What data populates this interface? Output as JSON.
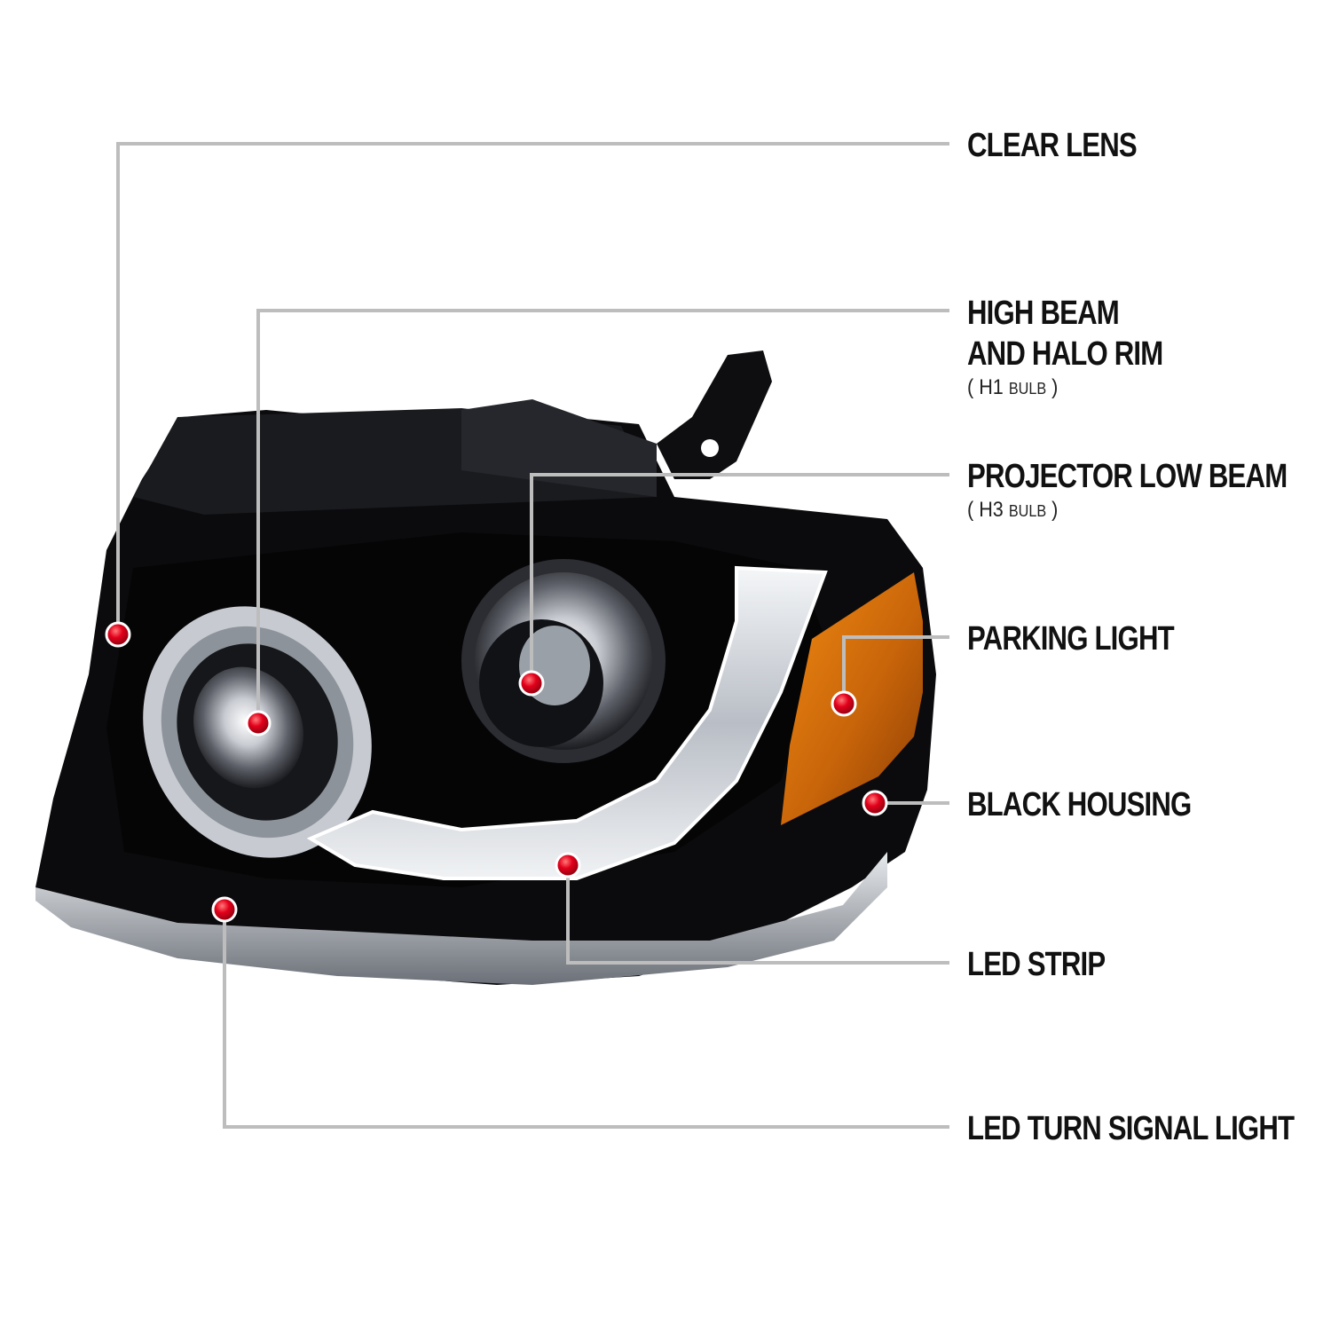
{
  "callouts": [
    {
      "id": "clear-lens",
      "lines": [
        "CLEAR LENS"
      ]
    },
    {
      "id": "high-beam",
      "lines": [
        "HIGH BEAM",
        "AND HALO RIM"
      ],
      "bulb": {
        "code": "H1",
        "word": "BULB"
      }
    },
    {
      "id": "projector-low-beam",
      "lines": [
        "PROJECTOR LOW BEAM"
      ],
      "bulb": {
        "code": "H3",
        "word": "BULB"
      }
    },
    {
      "id": "parking-light",
      "lines": [
        "PARKING LIGHT"
      ]
    },
    {
      "id": "black-housing",
      "lines": [
        "BLACK HOUSING"
      ]
    },
    {
      "id": "led-strip",
      "lines": [
        "LED STRIP"
      ]
    },
    {
      "id": "led-turn-signal",
      "lines": [
        "LED TURN SIGNAL LIGHT"
      ]
    }
  ],
  "colors": {
    "leader_line": "#bdbdbd",
    "marker": "#e3001b",
    "housing": "#0b0b0d",
    "amber": "#d2740a"
  }
}
